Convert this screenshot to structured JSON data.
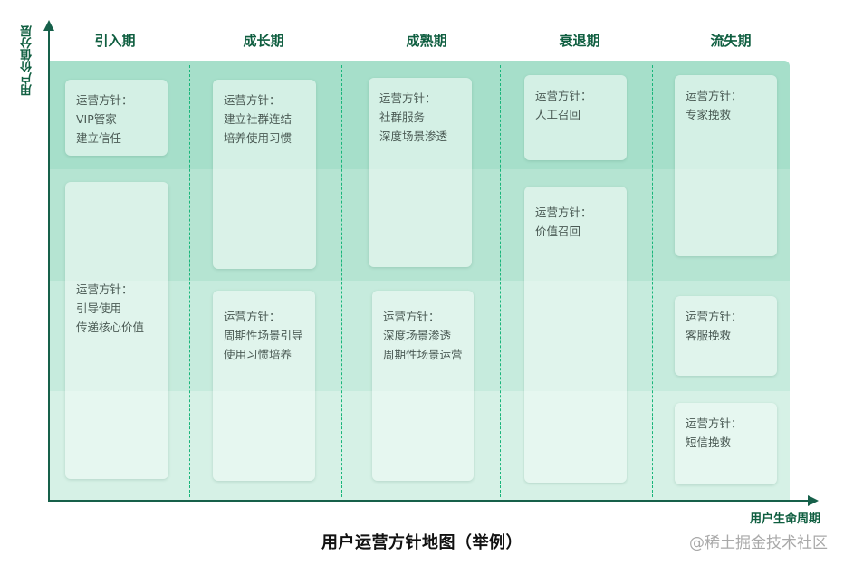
{
  "diagram": {
    "title": "用户运营方针地图（举例）",
    "y_axis_label": "用户价值分层",
    "x_axis_label": "用户生命周期",
    "watermark": "@稀土掘金技术社区",
    "colors": {
      "axis": "#16604a",
      "header_text": "#0f5e40",
      "band_1": "#a6dfca",
      "band_2": "#b5e4d2",
      "band_3": "#c6ebdd",
      "band_4": "#d6f1e6",
      "divider": "#18b57a",
      "box_text": "#4a5a54"
    },
    "phases": [
      {
        "name": "引入期",
        "strategies": [
          {
            "label": "运营方针：",
            "items": [
              "VIP管家",
              "建立信任"
            ]
          },
          {
            "label": "运营方针：",
            "items": [
              "引导使用",
              "传递核心价值"
            ]
          }
        ]
      },
      {
        "name": "成长期",
        "strategies": [
          {
            "label": "运营方针：",
            "items": [
              "建立社群连结",
              "培养使用习惯"
            ]
          },
          {
            "label": "运营方针：",
            "items": [
              "周期性场景引导",
              "使用习惯培养"
            ]
          }
        ]
      },
      {
        "name": "成熟期",
        "strategies": [
          {
            "label": "运营方针：",
            "items": [
              "社群服务",
              "深度场景渗透"
            ]
          },
          {
            "label": "运营方针：",
            "items": [
              "深度场景渗透",
              "周期性场景运营"
            ]
          }
        ]
      },
      {
        "name": "衰退期",
        "strategies": [
          {
            "label": "运营方针：",
            "items": [
              "人工召回"
            ]
          },
          {
            "label": "运营方针：",
            "items": [
              "价值召回"
            ]
          }
        ]
      },
      {
        "name": "流失期",
        "strategies": [
          {
            "label": "运营方针：",
            "items": [
              "专家挽救"
            ]
          },
          {
            "label": "运营方针：",
            "items": [
              "客服挽救"
            ]
          },
          {
            "label": "运营方针：",
            "items": [
              "短信挽救"
            ]
          }
        ]
      }
    ]
  }
}
